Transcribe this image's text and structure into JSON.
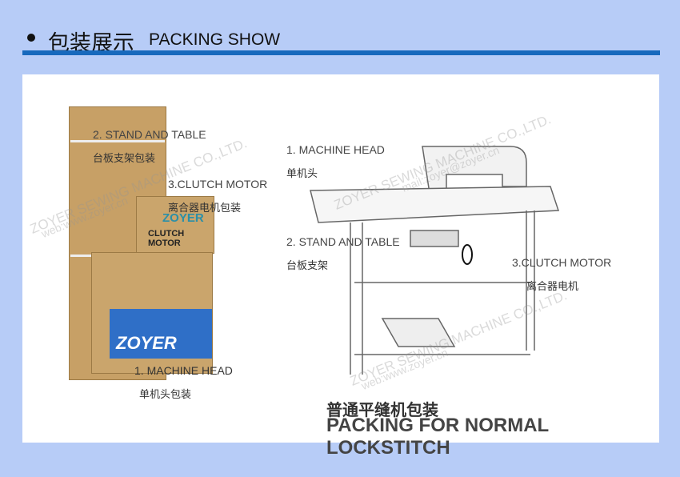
{
  "header": {
    "title_cn": "包装展示",
    "title_en": "PACKING SHOW"
  },
  "colors": {
    "background": "#b7ccf7",
    "rule": "#1769bd",
    "panel": "#ffffff"
  },
  "boxes_photo": {
    "labels": [
      {
        "en": "2. STAND AND TABLE",
        "cn": "台板支架包装"
      },
      {
        "en": "3.CLUTCH MOTOR",
        "cn": "离合器电机包装"
      },
      {
        "en": "1. MACHINE HEAD",
        "cn": "单机头包装"
      }
    ],
    "box_print": {
      "brand": "ZOYER",
      "motor": "CLUTCH MOTOR"
    }
  },
  "machine_drawing": {
    "labels": [
      {
        "en": "1. MACHINE HEAD",
        "cn": "单机头"
      },
      {
        "en": "2. STAND AND TABLE",
        "cn": "台板支架"
      },
      {
        "en": "3.CLUTCH MOTOR",
        "cn": "离合器电机"
      }
    ]
  },
  "watermark": {
    "company": "ZOYER SEWING MACHINE CO.,LTD.",
    "web": "web:www.zoyer.cn",
    "mail": "mail:zoyer@zoyer.cn"
  },
  "caption": {
    "cn": "普通平缝机包装",
    "en": "PACKING FOR NORMAL LOCKSTITCH"
  }
}
